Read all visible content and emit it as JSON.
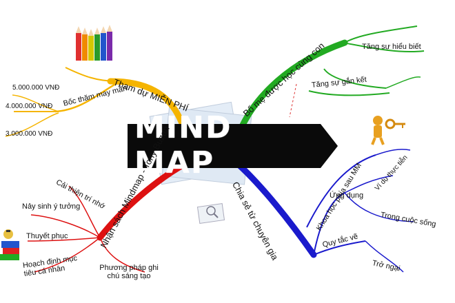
{
  "center": {
    "title": "MIND MAP"
  },
  "branches": {
    "top_left": {
      "label": "Tham dự MIỄN PHÍ",
      "color": "#f5b400",
      "sub": {
        "label": "Bốc thăm may mắn",
        "items": [
          "5.000.000 VNĐ",
          "4.000.000 VNĐ",
          "3.000.000 VNĐ"
        ]
      }
    },
    "top_right": {
      "label": "Bố mẹ được học cùng con",
      "color": "#22aa22",
      "items": [
        "Tăng sự hiểu biết",
        "Tăng sự gắn kết"
      ]
    },
    "bottom_left": {
      "label": "Nhận sách Mindmap - Tony Buzan",
      "color": "#dd1111",
      "items": [
        "Cải thiện trí nhớ",
        "Nảy sinh ý tưởng",
        "Thuyết phục",
        "Hoạch định mục tiêu cá nhân",
        "Phương pháp ghi chú sáng tạo"
      ]
    },
    "bottom_right": {
      "label": "Chia sẻ từ chuyên gia",
      "color": "#1a1acc",
      "sub_label": "Khoa học phía sau MM",
      "sub2_label": "Ứng dụng",
      "sub2_items": [
        "Ví dụ thực tiễn",
        "Trong cuộc sống"
      ],
      "sub3_label": "Quy tắc vẽ",
      "sub3_items": [
        "Trở ngại"
      ]
    }
  },
  "icons": [
    "pencils-icon",
    "key-person-icon",
    "books-icon",
    "magnifier-icon"
  ]
}
